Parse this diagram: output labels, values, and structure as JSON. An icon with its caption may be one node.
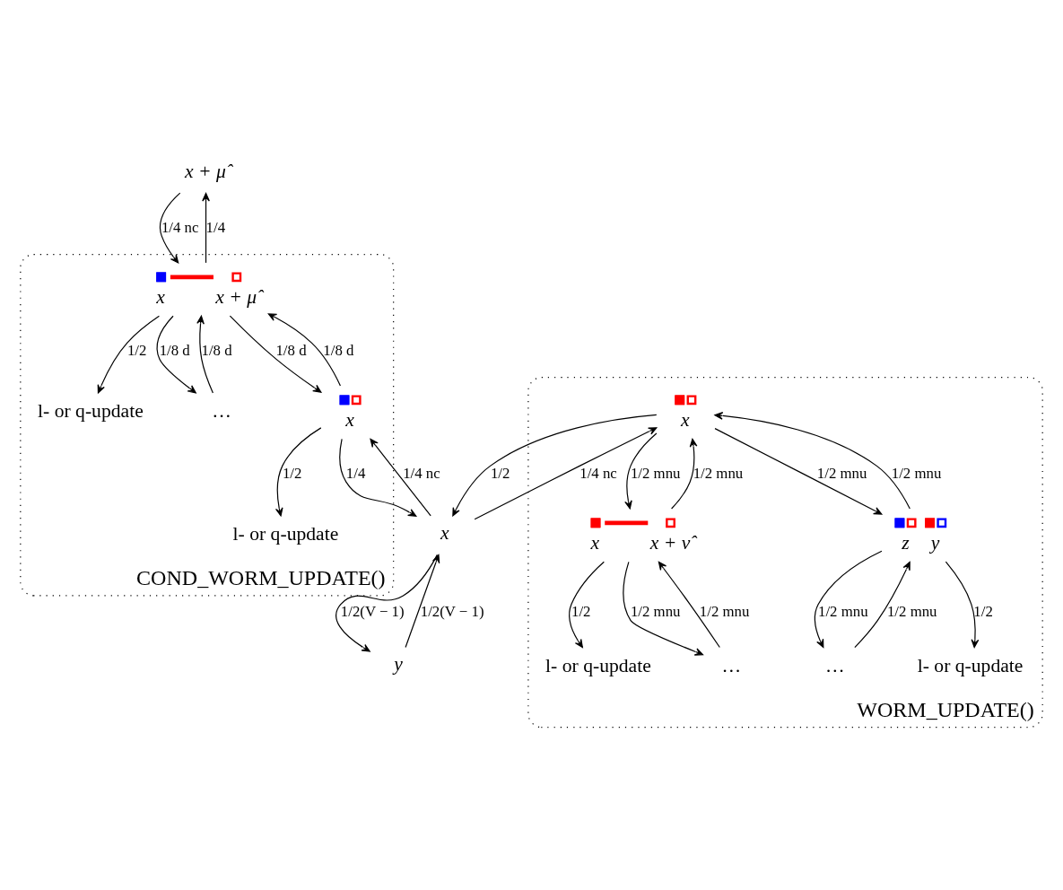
{
  "diagram": {
    "nodes": [
      {
        "text": [
          "x + μ̂"
        ]
      },
      {
        "text": [
          "COND_WORM_UPDATE()"
        ]
      },
      {
        "text": [
          "l- or q-update"
        ],
        "in": 1
      },
      {
        "text": [
          "x",
          "x + μ̂"
        ],
        "in": 1
      },
      {
        "text": [
          "…"
        ],
        "in": 1
      },
      {
        "text": [
          "l- or q-update"
        ],
        "in": 1
      },
      {
        "text": [
          "x"
        ],
        "in": 1
      },
      {
        "text": [
          "WORM_UPDATE()"
        ]
      },
      {
        "text": [
          "y"
        ]
      },
      {
        "text": [
          "x"
        ]
      },
      {
        "text": [
          "x"
        ],
        "in": 7
      },
      {
        "text": [
          "l- or q-update"
        ],
        "in": 7
      },
      {
        "text": [
          "x",
          "x + ν̂"
        ],
        "in": 7
      },
      {
        "text": [
          "…"
        ],
        "in": 7
      },
      {
        "text": [
          "z",
          "y"
        ],
        "in": 7
      },
      {
        "text": [
          "…"
        ],
        "in": 7
      },
      {
        "text": [
          "l- or q-update"
        ],
        "in": 7
      }
    ],
    "edges": [
      {
        "from": 0,
        "to": 3,
        "arrow": "to",
        "label": "1/4 nc"
      },
      {
        "from": 3,
        "to": 0,
        "arrow": "to",
        "label": "1/4"
      },
      {
        "from": 3,
        "to": 2,
        "arrow": "to",
        "label": "1/2"
      },
      {
        "from": 4,
        "to": 3,
        "arrow": "to",
        "label": "1/8 d"
      },
      {
        "from": 3,
        "to": 4,
        "arrow": "to",
        "label": "1/8 d"
      },
      {
        "from": 3,
        "to": 6,
        "arrow": "to",
        "label": "1/8 d"
      },
      {
        "from": 6,
        "to": 3,
        "arrow": "to",
        "label": "1/8 d"
      },
      {
        "from": 6,
        "to": 5,
        "arrow": "to",
        "label": "1/2"
      },
      {
        "from": 6,
        "to": 9,
        "arrow": "to",
        "label": "1/4"
      },
      {
        "from": 9,
        "to": 6,
        "arrow": "to",
        "label": "1/4 nc"
      },
      {
        "from": 9,
        "to": 8,
        "arrow": "to",
        "label": "1/2(V − 1)"
      },
      {
        "from": 8,
        "to": 9,
        "arrow": "to",
        "label": "1/2(V − 1)"
      },
      {
        "from": 10,
        "to": 9,
        "arrow": "to",
        "label": "1/2"
      },
      {
        "from": 9,
        "to": 10,
        "arrow": "to",
        "label": "1/4 nc"
      },
      {
        "from": 12,
        "to": 10,
        "arrow": "to",
        "label": "1/2 mnu"
      },
      {
        "from": 10,
        "to": 12,
        "arrow": "to",
        "label": "1/2 mnu"
      },
      {
        "from": 12,
        "to": 11,
        "arrow": "to",
        "label": "1/2"
      },
      {
        "from": 13,
        "to": 12,
        "arrow": "to",
        "label": "1/2 mnu"
      },
      {
        "from": 12,
        "to": 13,
        "arrow": "to",
        "label": "1/2 mnu"
      },
      {
        "from": 10,
        "to": 14,
        "arrow": "to",
        "label": "1/2 mnu"
      },
      {
        "from": 14,
        "to": 10,
        "arrow": "to",
        "label": "1/2 mnu"
      },
      {
        "from": 15,
        "to": 14,
        "arrow": "to",
        "label": "1/2 mnu"
      },
      {
        "from": 14,
        "to": 15,
        "arrow": "to",
        "label": "1/2 mnu"
      },
      {
        "from": 14,
        "to": 16,
        "arrow": "to",
        "label": "1/2"
      }
    ]
  }
}
